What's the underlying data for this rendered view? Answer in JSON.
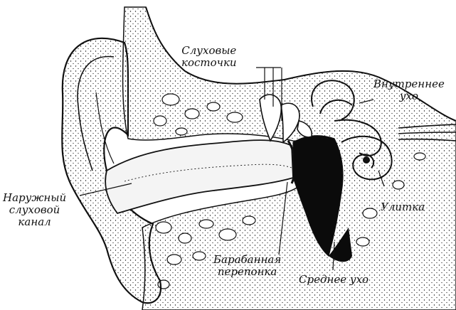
{
  "labels": {
    "ossicles": [
      "Слуховые",
      "косточки"
    ],
    "inner_ear": [
      "Внутреннее",
      "ухо"
    ],
    "outer_canal": [
      "Наружный",
      "слуховой",
      "канал"
    ],
    "cochlea": "Улитка",
    "eardrum": [
      "Барабанная",
      "перепонка"
    ],
    "middle_ear": "Среднее ухо"
  },
  "colors": {
    "ink": "#111111",
    "bone_fill": "#f4f4f4",
    "cavity": "#0b0b0b"
  }
}
